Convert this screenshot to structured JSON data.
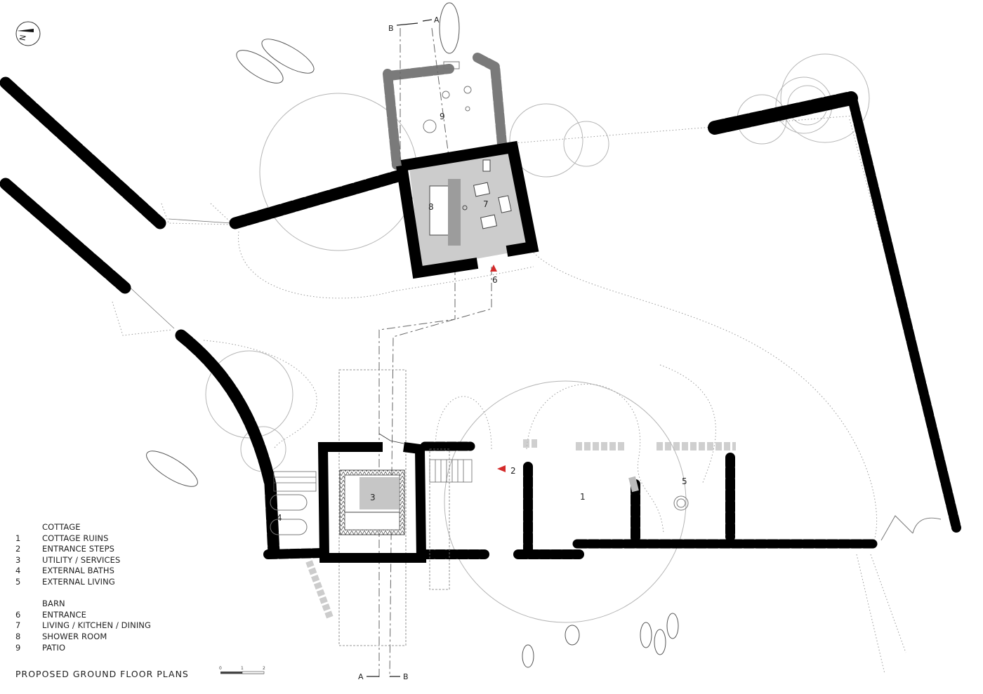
{
  "legend": {
    "cottage_heading": "COTTAGE",
    "cottage_items": [
      {
        "num": "1",
        "label": "COTTAGE RUINS"
      },
      {
        "num": "2",
        "label": "ENTRANCE STEPS"
      },
      {
        "num": "3",
        "label": "UTILITY / SERVICES"
      },
      {
        "num": "4",
        "label": "EXTERNAL BATHS"
      },
      {
        "num": "5",
        "label": "EXTERNAL LIVING"
      }
    ],
    "barn_heading": "BARN",
    "barn_items": [
      {
        "num": "6",
        "label": "ENTRANCE"
      },
      {
        "num": "7",
        "label": "LIVING / KITCHEN / DINING"
      },
      {
        "num": "8",
        "label": "SHOWER ROOM"
      },
      {
        "num": "9",
        "label": "PATIO"
      }
    ]
  },
  "title": "PROPOSED GROUND FLOOR PLANS",
  "north_label": "N",
  "scale_ticks": [
    "0",
    "1",
    "2"
  ],
  "section_marks": {
    "top_left": "B",
    "top_right": "A",
    "bottom_left": "A",
    "bottom_right": "B"
  },
  "room_labels": {
    "r1": "1",
    "r2": "2",
    "r3": "3",
    "r4": "4",
    "r5": "5",
    "r6": "6",
    "r7": "7",
    "r8": "8",
    "r9": "9"
  },
  "colors": {
    "wall": "#000000",
    "interior_fill": "#c9c9c9",
    "entrance_marker": "#d42a2a",
    "linework": "#9a9a9a"
  }
}
